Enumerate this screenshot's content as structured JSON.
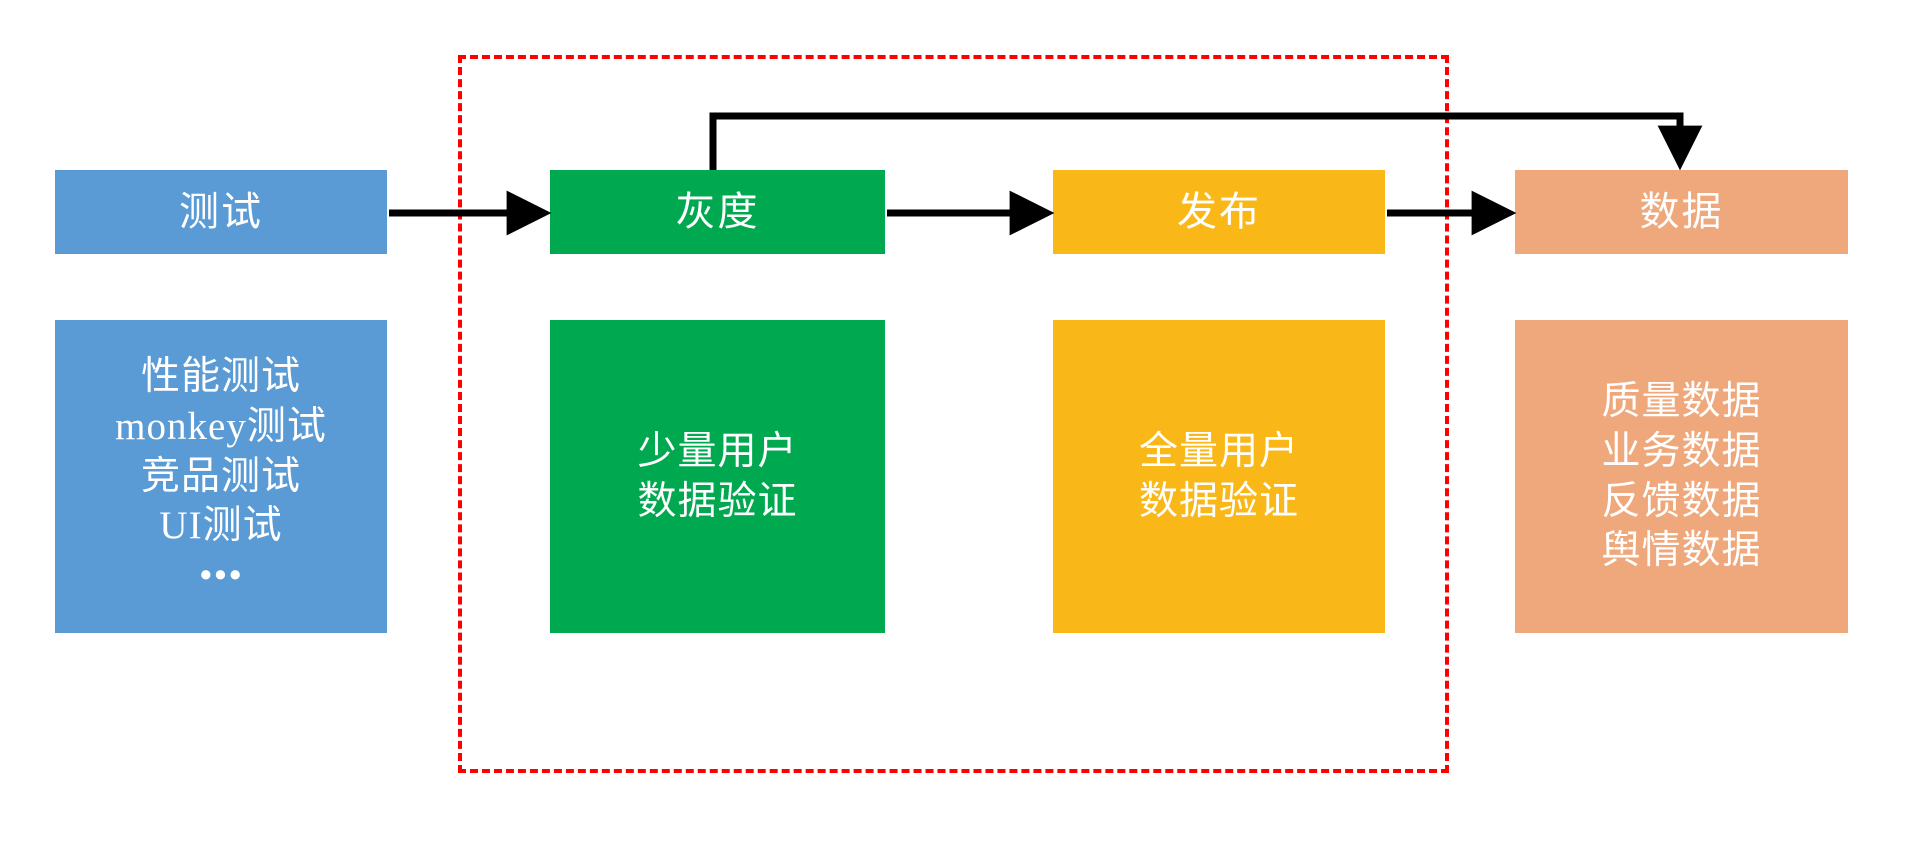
{
  "diagram": {
    "title": "测试 → 灰度 → 发布 → 数据",
    "colors": {
      "blue": "#5B9BD5",
      "green": "#00A94F",
      "yellow": "#F9B718",
      "orange": "#EFA87C",
      "scope_border": "#FF0000",
      "arrow": "#000000",
      "label_text": "#FFFFFF"
    },
    "stages": [
      {
        "id": "test",
        "header": "测试",
        "color": "blue",
        "detail": "性能测试\nmonkey测试\n竞品测试\nUI测试\n•••",
        "detail_lines": [
          "性能测试",
          "monkey测试",
          "竞品测试",
          "UI测试",
          "•••"
        ]
      },
      {
        "id": "gray-release",
        "header": "灰度",
        "color": "green",
        "detail": "少量用户\n数据验证",
        "detail_lines": [
          "少量用户",
          "数据验证"
        ]
      },
      {
        "id": "release",
        "header": "发布",
        "color": "yellow",
        "detail": "全量用户\n数据验证",
        "detail_lines": [
          "全量用户",
          "数据验证"
        ]
      },
      {
        "id": "data",
        "header": "数据",
        "color": "orange",
        "detail": "质量数据\n业务数据\n反馈数据\n舆情数据",
        "detail_lines": [
          "质量数据",
          "业务数据",
          "反馈数据",
          "舆情数据"
        ]
      }
    ],
    "connectors": [
      {
        "id": "test-to-gray",
        "from": "test",
        "to": "gray-release",
        "style": "straight-arrow"
      },
      {
        "id": "gray-to-release",
        "from": "gray-release",
        "to": "release",
        "style": "straight-arrow"
      },
      {
        "id": "release-to-data",
        "from": "release",
        "to": "data",
        "style": "straight-arrow"
      },
      {
        "id": "gray-to-data",
        "from": "gray-release",
        "to": "data",
        "style": "elbow-arrow-top"
      }
    ],
    "scope": {
      "label": "",
      "covers": [
        "gray-release",
        "release",
        "data"
      ]
    }
  }
}
